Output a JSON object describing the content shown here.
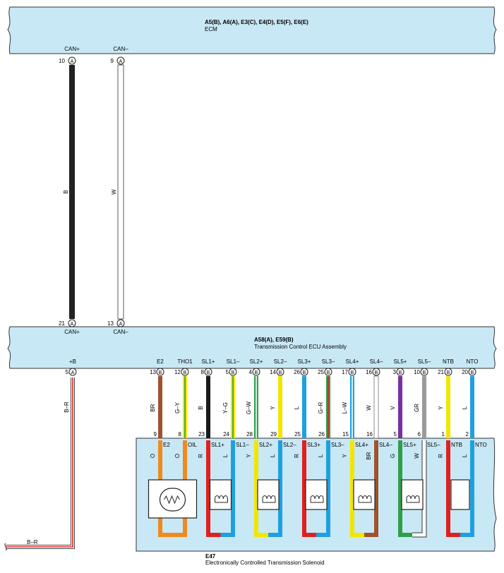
{
  "ecm": {
    "codes": "A5(B), A6(A), E3(C), E4(D), E5(F), E6(E)",
    "name": "ECM",
    "pins": [
      {
        "label": "CAN+",
        "num": "10",
        "conn": "A"
      },
      {
        "label": "CAN–",
        "num": "9",
        "conn": "A"
      }
    ]
  },
  "tcu": {
    "codes": "A58(A), E59(B)",
    "name": "Transmission Control ECU Assembly",
    "top_pins": [
      {
        "label": "CAN+",
        "num": "21",
        "conn": "A"
      },
      {
        "label": "CAN–",
        "num": "13",
        "conn": "A"
      }
    ],
    "pins": [
      {
        "label": "+B",
        "num": "5",
        "conn": "A"
      },
      {
        "label": "E2",
        "num": "13",
        "conn": "B"
      },
      {
        "label": "THO1",
        "num": "12",
        "conn": "B"
      },
      {
        "label": "SL1+",
        "num": "8",
        "conn": "B"
      },
      {
        "label": "SL1–",
        "num": "5",
        "conn": "B"
      },
      {
        "label": "SL2+",
        "num": "4",
        "conn": "B"
      },
      {
        "label": "SL2–",
        "num": "14",
        "conn": "B"
      },
      {
        "label": "SL3+",
        "num": "26",
        "conn": "B"
      },
      {
        "label": "SL3–",
        "num": "25",
        "conn": "B"
      },
      {
        "label": "SL4+",
        "num": "17",
        "conn": "B"
      },
      {
        "label": "SL4–",
        "num": "16",
        "conn": "B"
      },
      {
        "label": "SL5+",
        "num": "3",
        "conn": "B"
      },
      {
        "label": "SL5–",
        "num": "10",
        "conn": "B"
      },
      {
        "label": "NTB",
        "num": "21",
        "conn": "B"
      },
      {
        "label": "NTO",
        "num": "20",
        "conn": "B"
      }
    ]
  },
  "can_wires": [
    {
      "color": "B",
      "hex": "#222222"
    },
    {
      "color": "W",
      "hex": "#ffffff"
    }
  ],
  "power_wire": {
    "color": "B–R",
    "end_label": "B–R"
  },
  "harness_wires": [
    {
      "color": "BR",
      "hex": "#a0522d",
      "num": "9",
      "pin": "E2"
    },
    {
      "color": "G–Y",
      "hex": "#f2e600",
      "stripe": "#2e9e3a",
      "num": "8",
      "pin": "OIL"
    },
    {
      "color": "B",
      "hex": "#1a1a1a",
      "num": "23",
      "pin": "SL1+"
    },
    {
      "color": "Y–G",
      "hex": "#f2e600",
      "stripe": "#2e9e3a",
      "num": "24",
      "pin": "SL1–"
    },
    {
      "color": "G–W",
      "hex": "#2ea04a",
      "stripe": "#ffffff",
      "num": "28",
      "pin": "SL2+"
    },
    {
      "color": "Y",
      "hex": "#f2e600",
      "num": "29",
      "pin": "SL2–"
    },
    {
      "color": "L",
      "hex": "#1ea0e0",
      "num": "25",
      "pin": "SL3+"
    },
    {
      "color": "G–R",
      "hex": "#2ea04a",
      "stripe": "#e02020",
      "num": "26",
      "pin": "SL3–"
    },
    {
      "color": "L–W",
      "hex": "#1ea0e0",
      "stripe": "#ffffff",
      "num": "15",
      "pin": "SL4+"
    },
    {
      "color": "W",
      "hex": "#ffffff",
      "num": "16",
      "pin": "SL4–"
    },
    {
      "color": "V",
      "hex": "#7a2fa0",
      "num": "5",
      "pin": "SL5+"
    },
    {
      "color": "GR",
      "hex": "#9a9a9a",
      "num": "6",
      "pin": "SL5–"
    },
    {
      "color": "Y",
      "hex": "#f2e600",
      "num": "1",
      "pin": "NTB"
    },
    {
      "color": "L",
      "hex": "#1ea0e0",
      "num": "2",
      "pin": "NTO"
    }
  ],
  "solenoid_internal": [
    {
      "color": "O",
      "hex": "#f08a1e"
    },
    {
      "color": "O",
      "hex": "#f08a1e"
    },
    {
      "color": "R",
      "hex": "#e02020"
    },
    {
      "color": "L",
      "hex": "#1ea0e0"
    },
    {
      "color": "Y",
      "hex": "#f2e600"
    },
    {
      "color": "L",
      "hex": "#1ea0e0"
    },
    {
      "color": "R",
      "hex": "#e02020"
    },
    {
      "color": "L",
      "hex": "#1ea0e0"
    },
    {
      "color": "Y",
      "hex": "#f2e600"
    },
    {
      "color": "BR",
      "hex": "#a0522d"
    },
    {
      "color": "G",
      "hex": "#2ea04a"
    },
    {
      "color": "W",
      "hex": "#ffffff"
    },
    {
      "color": "R",
      "hex": "#e02020"
    },
    {
      "color": "L",
      "hex": "#1ea0e0"
    }
  ],
  "solenoid": {
    "code": "E47",
    "name": "Electronically Controlled Transmission Solenoid"
  },
  "colors": {
    "panel_fill": "#c9e8f5",
    "panel_stroke": "#333333"
  }
}
